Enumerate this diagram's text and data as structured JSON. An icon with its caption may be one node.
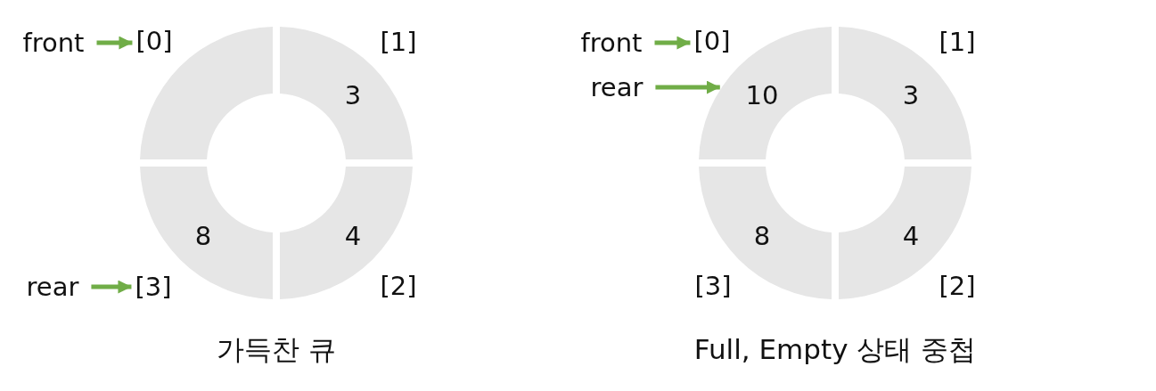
{
  "diagram": {
    "nodes": [
      {
        "text": [
          "front"
        ]
      },
      {
        "text": [
          "[0]"
        ]
      },
      {
        "text": [],
        "shape": "arc"
      },
      {
        "text": [
          "3"
        ],
        "beside": [
          "[1]"
        ]
      },
      {
        "text": [
          "4"
        ],
        "beside": [
          "[2]"
        ]
      },
      {
        "text": [
          "8"
        ]
      },
      {
        "text": [
          "rear"
        ]
      },
      {
        "text": [
          "[3]"
        ]
      },
      {
        "text": [
          "front"
        ]
      },
      {
        "text": [
          "[0]"
        ]
      },
      {
        "text": [
          "rear"
        ]
      },
      {
        "text": [
          "10"
        ]
      },
      {
        "text": [
          "3"
        ],
        "beside": [
          "[1]"
        ]
      },
      {
        "text": [
          "4"
        ],
        "beside": [
          "[2]"
        ]
      },
      {
        "text": [
          "8"
        ],
        "beside": [
          "[3]"
        ]
      }
    ],
    "edges": [
      {
        "from": 0,
        "to": 1,
        "arrow": "to"
      },
      {
        "from": 6,
        "to": 7,
        "arrow": "to"
      },
      {
        "from": 8,
        "to": 9,
        "arrow": "to"
      },
      {
        "from": 10,
        "to": 11,
        "arrow": "to"
      }
    ],
    "labels": [
      "가득찬 큐",
      "Full, Empty 상태 중첩"
    ]
  }
}
